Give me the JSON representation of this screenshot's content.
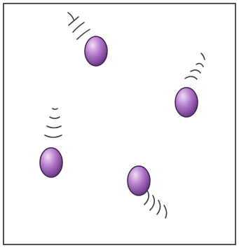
{
  "diagram": {
    "kind": "moving-particles",
    "particle_count": 4,
    "colors": {
      "frame": "#1a1a1a",
      "background": "#ffffff",
      "particle_light": "#f1dcf6",
      "particle_mid": "#b277c9",
      "particle_dark": "#5a2a73",
      "particle_outline": "#3c1d4f",
      "motion_lines": "#3a3a3a"
    },
    "particles": [
      {
        "id": "particle-top",
        "motion_trail": "upper-left"
      },
      {
        "id": "particle-right",
        "motion_trail": "upper-right"
      },
      {
        "id": "particle-left",
        "motion_trail": "above"
      },
      {
        "id": "particle-bottom",
        "motion_trail": "lower-right"
      }
    ]
  }
}
